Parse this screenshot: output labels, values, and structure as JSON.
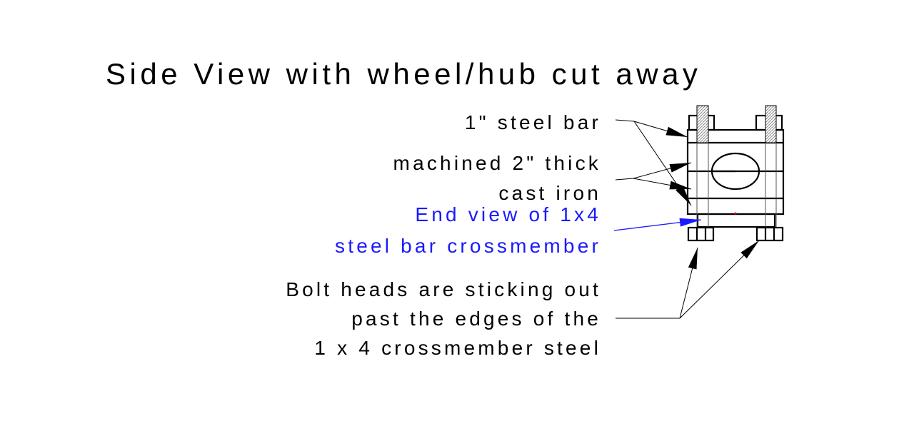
{
  "title": "Side View with wheel/hub cut away",
  "labels": {
    "steel_bar": "1\" steel bar",
    "machined_1": "machined 2\" thick",
    "machined_2": "cast iron",
    "end_view_1": "End view of 1x4",
    "end_view_2": "steel bar crossmember",
    "bolt_1": "Bolt heads are sticking out",
    "bolt_2": "past the edges of the",
    "bolt_3": "1 x 4 crossmember steel"
  },
  "colors": {
    "text": "#000000",
    "highlight": "#1a1aff"
  }
}
